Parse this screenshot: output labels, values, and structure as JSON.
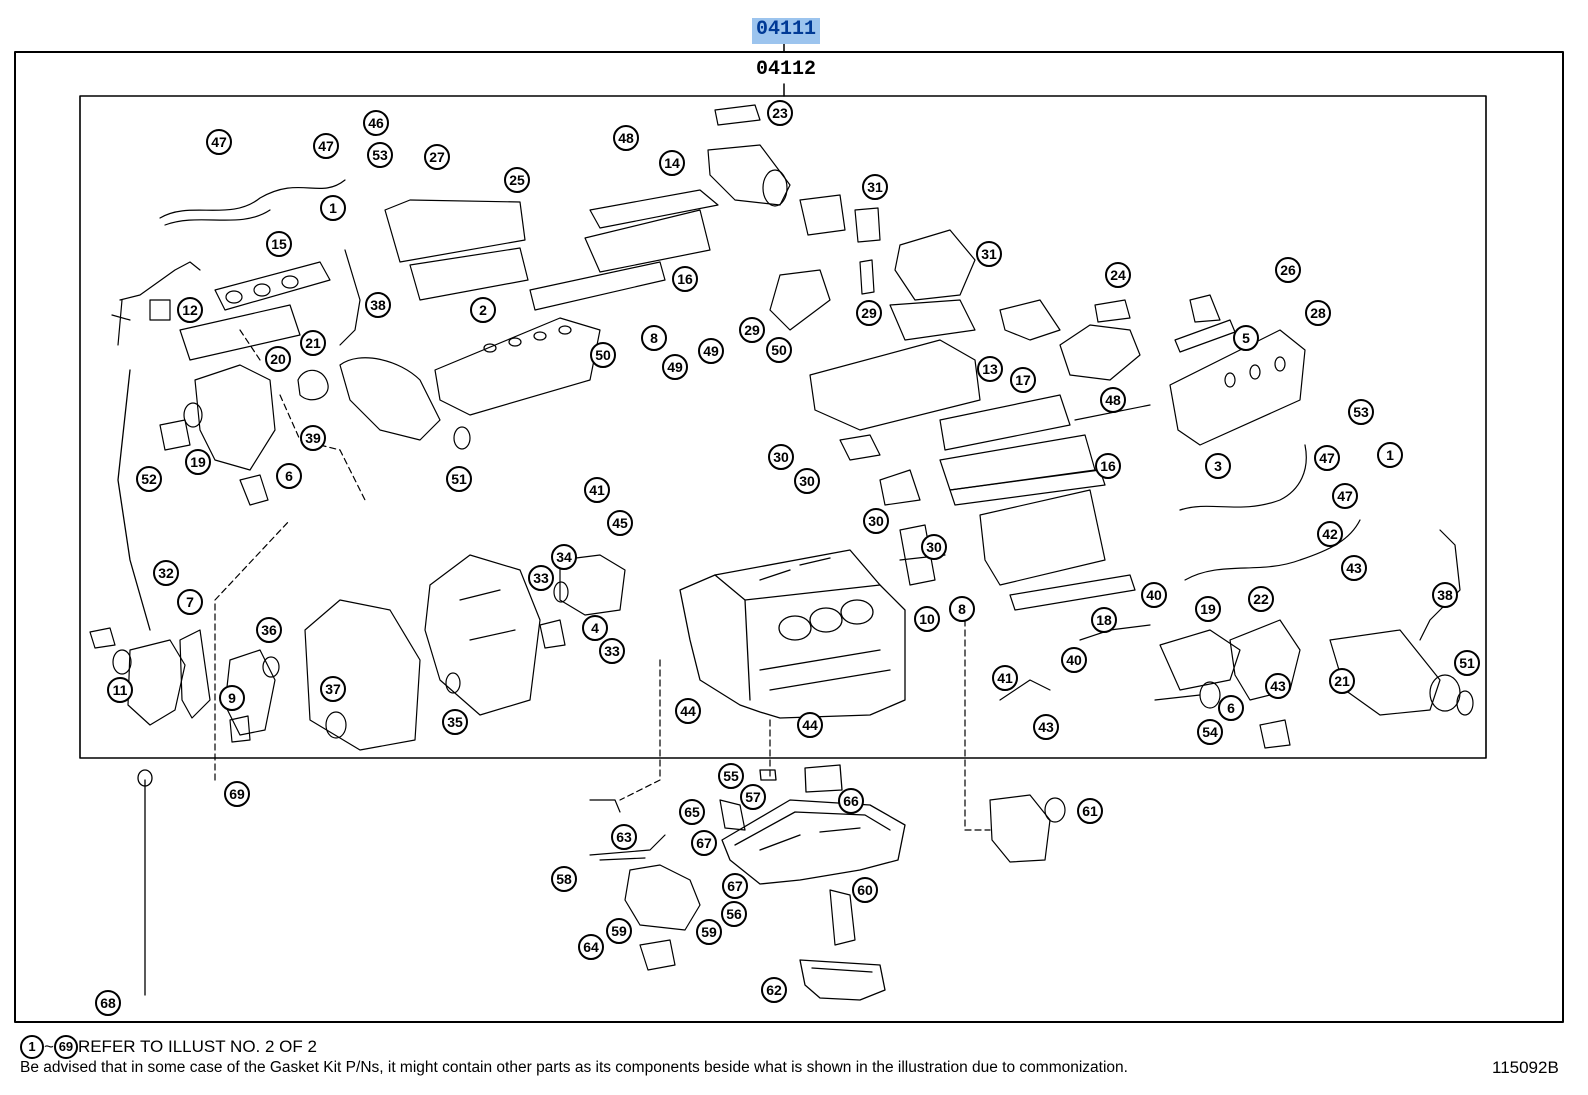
{
  "header": {
    "top_code": "04111",
    "sub_code": "04112"
  },
  "callouts": [
    "47",
    "47",
    "46",
    "53",
    "27",
    "25",
    "1",
    "48",
    "14",
    "23",
    "31",
    "15",
    "12",
    "38",
    "2",
    "16",
    "31",
    "24",
    "26",
    "28",
    "20",
    "21",
    "8",
    "29",
    "29",
    "50",
    "49",
    "49",
    "50",
    "5",
    "13",
    "19",
    "39",
    "17",
    "48",
    "53",
    "3",
    "47",
    "1",
    "52",
    "6",
    "51",
    "41",
    "45",
    "30",
    "30",
    "16",
    "47",
    "30",
    "30",
    "34",
    "33",
    "4",
    "33",
    "32",
    "7",
    "36",
    "11",
    "9",
    "37",
    "35",
    "8",
    "10",
    "18",
    "40",
    "19",
    "22",
    "43",
    "42",
    "38",
    "44",
    "44",
    "41",
    "40",
    "43",
    "43",
    "21",
    "54",
    "6",
    "51",
    "55",
    "57",
    "66",
    "63",
    "65",
    "61",
    "67",
    "69",
    "58",
    "67",
    "60",
    "56",
    "59",
    "59",
    "64",
    "62",
    "68"
  ],
  "footer": {
    "refer_start": "1",
    "refer_end": "69",
    "refer_text": "REFER TO ILLUST NO. 2 OF 2",
    "note": "Be advised that in some case of the Gasket Kit P/Ns,  it might contain other parts as its components beside what is shown in the illustration due to commonization.",
    "illustration_id": "115092B"
  }
}
